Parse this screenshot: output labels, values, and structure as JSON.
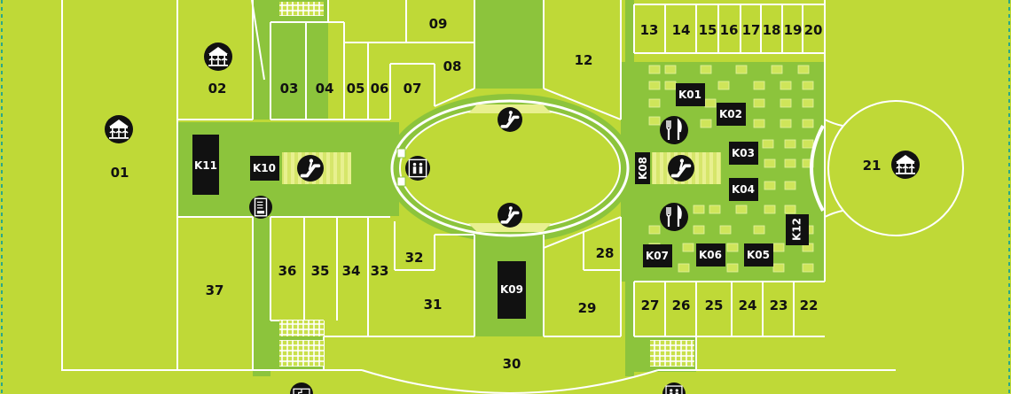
{
  "colors": {
    "background": "#bfd937",
    "corridor": "#8cc43c",
    "wall": "#ffffff",
    "kiosk": "#111111",
    "icon_bg": "#111111",
    "ticks": "#2aa889"
  },
  "shops": {
    "s01": "01",
    "s02": "02",
    "s03": "03",
    "s04": "04",
    "s05": "05",
    "s06": "06",
    "s07": "07",
    "s08": "08",
    "s09": "09",
    "s12": "12",
    "s13": "13",
    "s14": "14",
    "s15": "15",
    "s16": "16",
    "s17": "17",
    "s18": "18",
    "s19": "19",
    "s20": "20",
    "s21": "21",
    "s22": "22",
    "s23": "23",
    "s24": "24",
    "s25": "25",
    "s26": "26",
    "s27": "27",
    "s28": "28",
    "s29": "29",
    "s30": "30",
    "s31": "31",
    "s32": "32",
    "s33": "33",
    "s34": "34",
    "s35": "35",
    "s36": "36",
    "s37": "37"
  },
  "kiosks": {
    "k01": "K01",
    "k02": "K02",
    "k03": "K03",
    "k04": "K04",
    "k05": "K05",
    "k06": "K06",
    "k07": "K07",
    "k08": "K08",
    "k09": "K09",
    "k10": "K10",
    "k11": "K11",
    "k12": "K12"
  },
  "icons": {
    "carousel": "carousel-icon",
    "escalator": "escalator-icon",
    "restaurant": "restaurant-icon",
    "elevator": "elevator-icon",
    "vending": "vending-machine-icon",
    "stairs": "stairs-icon"
  }
}
